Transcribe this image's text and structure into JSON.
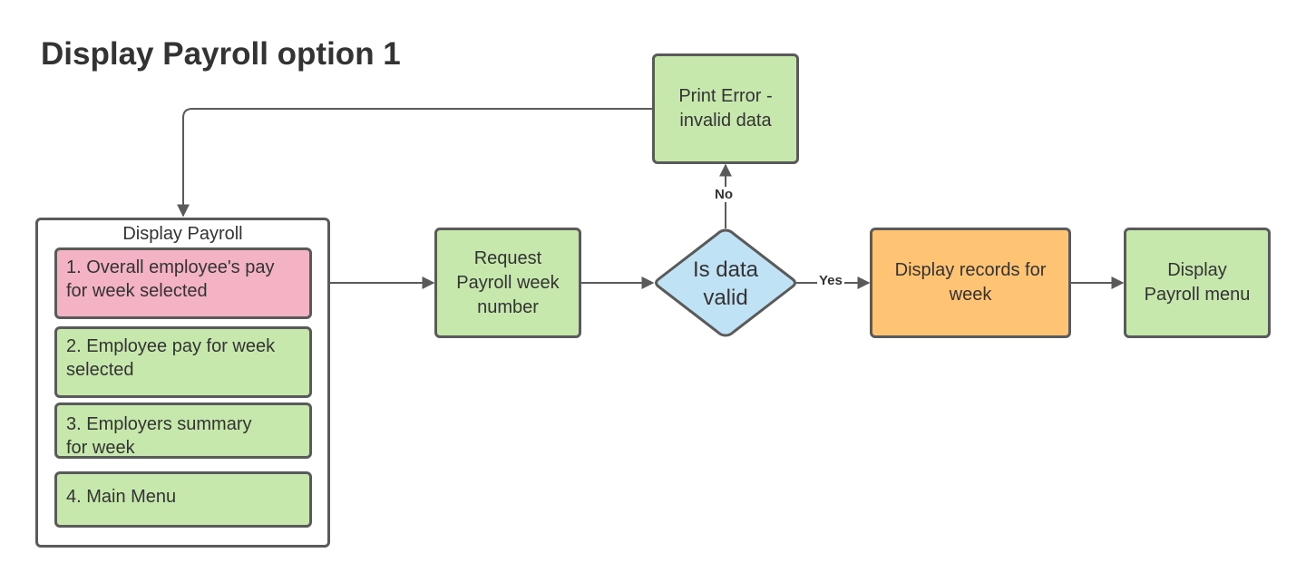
{
  "title": "Display Payroll option 1",
  "container": {
    "title": "Display Payroll",
    "items": [
      {
        "label": "1. Overall employee's pay\n    for week selected",
        "color": "#f4b3c5"
      },
      {
        "label": "2. Employee pay for week\nselected",
        "color": "#c7e8ac"
      },
      {
        "label": "3. Employers summary\nfor week",
        "color": "#c7e8ac"
      },
      {
        "label": "4. Main Menu",
        "color": "#c7e8ac"
      }
    ]
  },
  "nodes": {
    "request": "Request\nPayroll week\nnumber",
    "decision": "Is data\nvalid",
    "error": "Print Error -\ninvalid data",
    "display_records": "Display records for\nweek",
    "display_menu": "Display\nPayroll  menu"
  },
  "edges": {
    "no_label": "No",
    "yes_label": "Yes"
  },
  "colors": {
    "process_fill": "#c7e8ac",
    "highlight_fill": "#f4b3c5",
    "output_fill": "#ffc374",
    "decision_fill": "#c0e2f5",
    "stroke": "#5a5a5a"
  }
}
